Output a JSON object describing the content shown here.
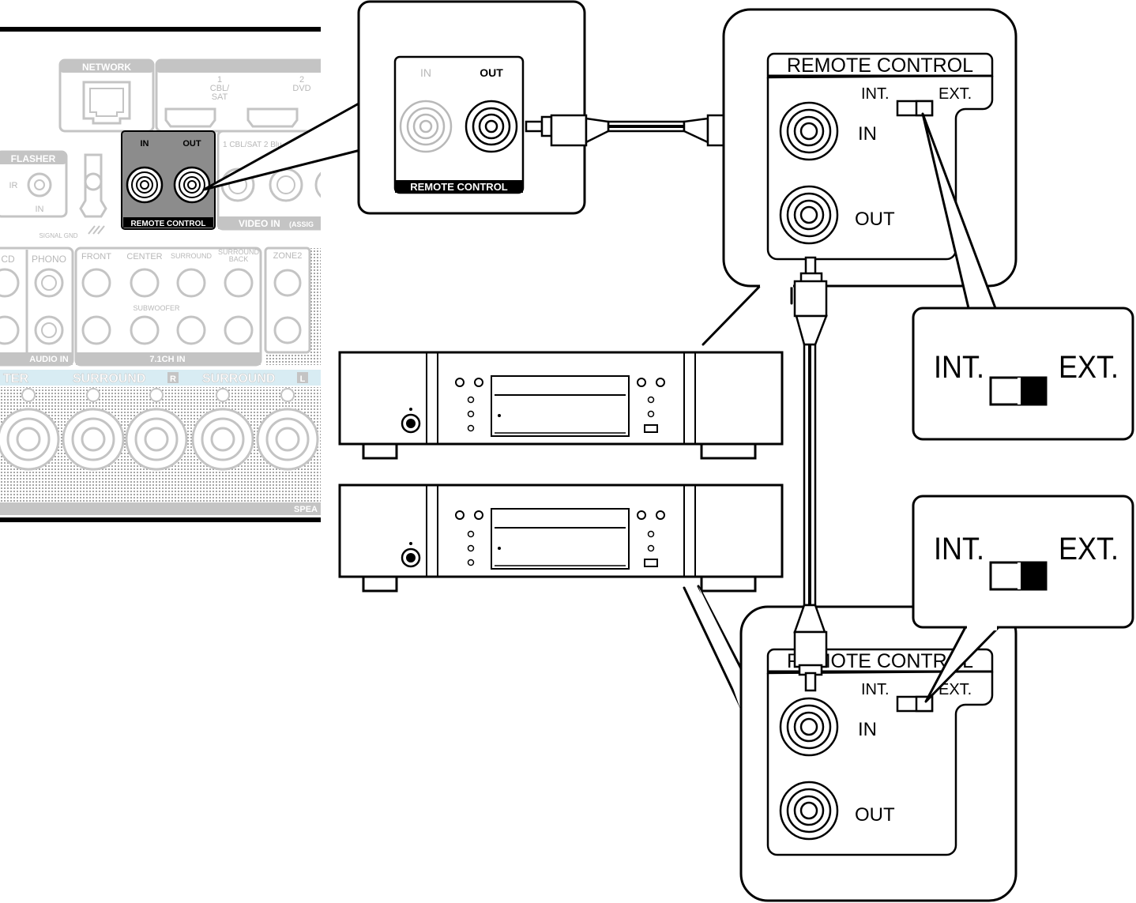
{
  "receiver_panel": {
    "network": "NETWORK",
    "hdmi1_num": "1",
    "hdmi1_name_line1": "CBL/",
    "hdmi1_name_line2": "SAT",
    "hdmi2_num": "2",
    "hdmi2_name": "DVD",
    "flasher": "FLASHER",
    "ir": "IR",
    "flasher_in": "IN",
    "signal_gnd": "SIGNAL GND",
    "rc_in": "IN",
    "rc_out": "OUT",
    "rc_label": "REMOTE CONTROL",
    "video_in_top": "1 CBL/SAT  2 Blu",
    "video_in": "VIDEO IN",
    "video_in_assign": "(ASSIG",
    "cd": "CD",
    "phono": "PHONO",
    "audio_in": "AUDIO IN",
    "front": "FRONT",
    "center": "CENTER",
    "surround": "SURROUND",
    "surround_back_line1": "SURROUND",
    "surround_back_line2": "BACK",
    "subwoofer": "SUBWOOFER",
    "ch71_in": "7.1CH IN",
    "zone2": "ZONE2",
    "spk_center": "TER",
    "spk_surround_r": "SURROUND",
    "spk_surround_r_badge": "R",
    "spk_surround_l": "SURROUND",
    "spk_surround_l_badge": "L",
    "speakers": "SPEA"
  },
  "zoom_receiver": {
    "in": "IN",
    "out": "OUT",
    "label": "REMOTE CONTROL"
  },
  "top_device": {
    "title": "REMOTE CONTROL",
    "int": "INT.",
    "ext": "EXT.",
    "in": "IN",
    "out": "OUT"
  },
  "top_switch_callout": {
    "int": "INT.",
    "ext": "EXT."
  },
  "bottom_switch_callout": {
    "int": "INT.",
    "ext": "EXT."
  },
  "bottom_device": {
    "title": "REMOTE CONTROL",
    "int": "INT.",
    "ext": "EXT.",
    "in": "IN",
    "out": "OUT"
  },
  "colors": {
    "line": "#000000",
    "pale_panel": "#b8b8b8",
    "highlight_panel": "#8c8c8c",
    "speaker_band": "#d8ecf3"
  }
}
